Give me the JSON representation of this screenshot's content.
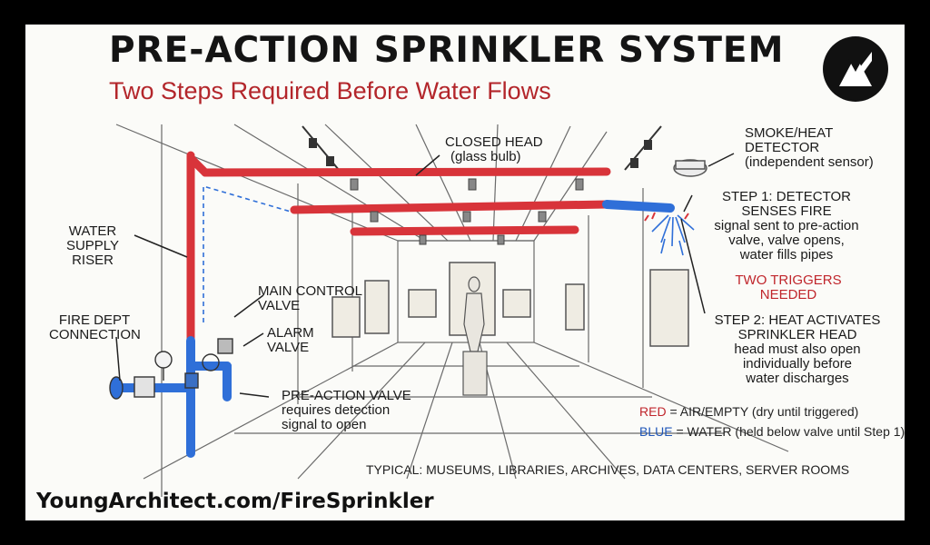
{
  "header": {
    "title": "PRE-ACTION SPRINKLER SYSTEM",
    "subtitle": "Two Steps Required Before Water Flows"
  },
  "labels": {
    "closed_head_1": "CLOSED HEAD",
    "closed_head_2": "(glass bulb)",
    "detector_1": "SMOKE/HEAT",
    "detector_2": "DETECTOR",
    "detector_3": "(independent sensor)",
    "riser_1": "WATER",
    "riser_2": "SUPPLY",
    "riser_3": "RISER",
    "step1_1": "STEP 1: DETECTOR",
    "step1_2": "SENSES FIRE",
    "step1_3": "signal sent to pre-action",
    "step1_4": "valve, valve opens,",
    "step1_5": "water fills pipes",
    "triggers_1": "TWO TRIGGERS",
    "triggers_2": "NEEDED",
    "main_valve_1": "MAIN CONTROL",
    "main_valve_2": "VALVE",
    "fdc_1": "FIRE DEPT",
    "fdc_2": "CONNECTION",
    "alarm_1": "ALARM",
    "alarm_2": "VALVE",
    "step2_1": "STEP 2: HEAT ACTIVATES",
    "step2_2": "SPRINKLER HEAD",
    "step2_3": "head must also open",
    "step2_4": "individually before",
    "step2_5": "water discharges",
    "preaction_1": "PRE-ACTION VALVE",
    "preaction_2": "requires detection",
    "preaction_3": "signal to open"
  },
  "legend": {
    "red_key": "RED",
    "red_text": " = AIR/EMPTY (dry until triggered)",
    "blue_key": "BLUE",
    "blue_text": " = WATER (held below valve until Step 1)"
  },
  "typical": "TYPICAL: MUSEUMS, LIBRARIES, ARCHIVES, DATA CENTERS, SERVER ROOMS",
  "footer": "YoungArchitect.com/FireSprinkler",
  "colors": {
    "air_pipe": "#d8343a",
    "water_pipe": "#2f6fd8",
    "accent_red": "#c0262c",
    "accent_blue": "#1f56b8"
  }
}
